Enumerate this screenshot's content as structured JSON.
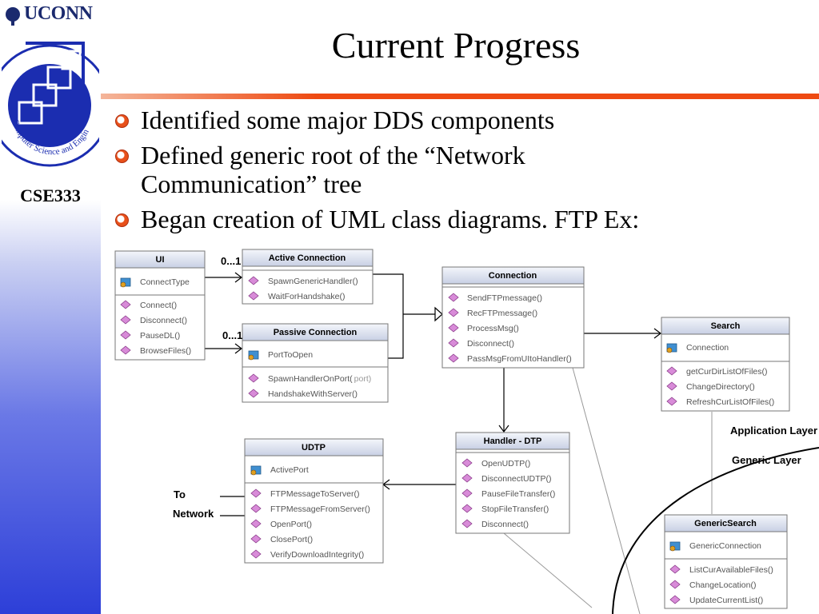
{
  "header": {
    "logo_text": "UCONN",
    "seal_text": "Computer Science and Engineering",
    "course": "CSE333",
    "title": "Current Progress"
  },
  "bullets": [
    "Identified some major DDS components",
    "Defined generic root of the “Network Communication” tree",
    "Began creation of UML class diagrams. FTP Ex:"
  ],
  "diagram": {
    "classes": {
      "ui": {
        "name": "UI",
        "attributes": [
          "ConnectType"
        ],
        "methods": [
          "Connect()",
          "Disconnect()",
          "PauseDL()",
          "BrowseFiles()"
        ]
      },
      "active": {
        "name": "Active Connection",
        "methods": [
          "SpawnGenericHandler()",
          "WaitForHandshake()"
        ]
      },
      "passive": {
        "name": "Passive Connection",
        "attributes": [
          "PortToOpen"
        ],
        "methods": [
          "SpawnHandlerOnPort(",
          "HandshakeWithServer()"
        ],
        "method_arg": "port)"
      },
      "connection": {
        "name": "Connection",
        "methods": [
          "SendFTPmessage()",
          "RecFTPmessage()",
          "ProcessMsg()",
          "Disconnect()",
          "PassMsgFromUItoHandler()"
        ]
      },
      "search": {
        "name": "Search",
        "attributes": [
          "Connection"
        ],
        "methods": [
          "getCurDirListOfFiles()",
          "ChangeDirectory()",
          "RefreshCurListOfFiles()"
        ]
      },
      "udtp": {
        "name": "UDTP",
        "attributes": [
          "ActivePort"
        ],
        "methods": [
          "FTPMessageToServer()",
          "FTPMessageFromServer()",
          "OpenPort()",
          "ClosePort()",
          "VerifyDownloadIntegrity()"
        ]
      },
      "handler": {
        "name": "Handler - DTP",
        "methods": [
          "OpenUDTP()",
          "DisconnectUDTP()",
          "PauseFileTransfer()",
          "StopFileTransfer()",
          "Disconnect()"
        ]
      },
      "generic_search": {
        "name": "GenericSearch",
        "attributes": [
          "GenericConnection"
        ],
        "methods": [
          "ListCurAvailableFiles()",
          "ChangeLocation()",
          "UpdateCurrentList()"
        ]
      }
    },
    "labels": {
      "mult_active": "0...1",
      "mult_passive": "0...1",
      "application_layer": "Application Layer",
      "generic_layer": "Generic Layer",
      "to_network_1": "To",
      "to_network_2": "Network"
    }
  }
}
